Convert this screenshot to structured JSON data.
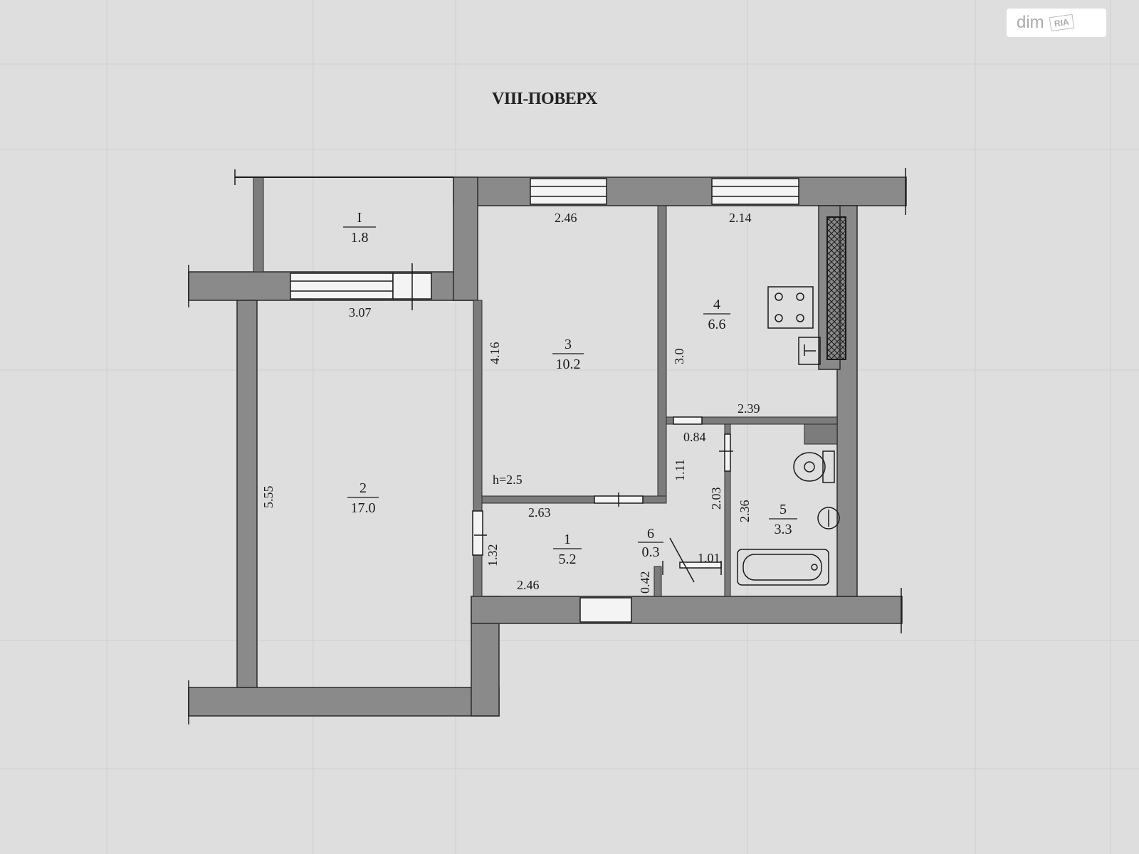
{
  "title": "VIII-ПОВЕРХ",
  "watermark": {
    "brand": "dim",
    "sub": "RIA"
  },
  "rooms": {
    "balcony": {
      "number": "I",
      "area": "1.8"
    },
    "room2": {
      "number": "2",
      "area": "17.0"
    },
    "room3": {
      "number": "3",
      "area": "10.2"
    },
    "room4": {
      "number": "4",
      "area": "6.6"
    },
    "room5": {
      "number": "5",
      "area": "3.3"
    },
    "room6": {
      "number": "6",
      "area": "0.3"
    },
    "room1": {
      "number": "1",
      "area": "5.2"
    }
  },
  "dimensions": {
    "d_246_top": "2.46",
    "d_214": "2.14",
    "d_307": "3.07",
    "d_416": "4.16",
    "d_30": "3.0",
    "d_239": "2.39",
    "d_084": "0.84",
    "d_111": "1.11",
    "d_555": "5.55",
    "d_h25": "h=2.5",
    "d_263": "2.63",
    "d_203": "2.03",
    "d_236": "2.36",
    "d_132": "1.32",
    "d_246_bottom": "2.46",
    "d_042": "0.42",
    "d_101": "1.01"
  },
  "colors": {
    "wall": "#8a8a8a",
    "paper": "#dedede",
    "line": "#1a1a1a"
  },
  "icons": [
    "stove-icon",
    "sink-icon",
    "toilet-icon",
    "washbasin-icon",
    "bathtub-icon",
    "ventilation-shaft-icon"
  ]
}
